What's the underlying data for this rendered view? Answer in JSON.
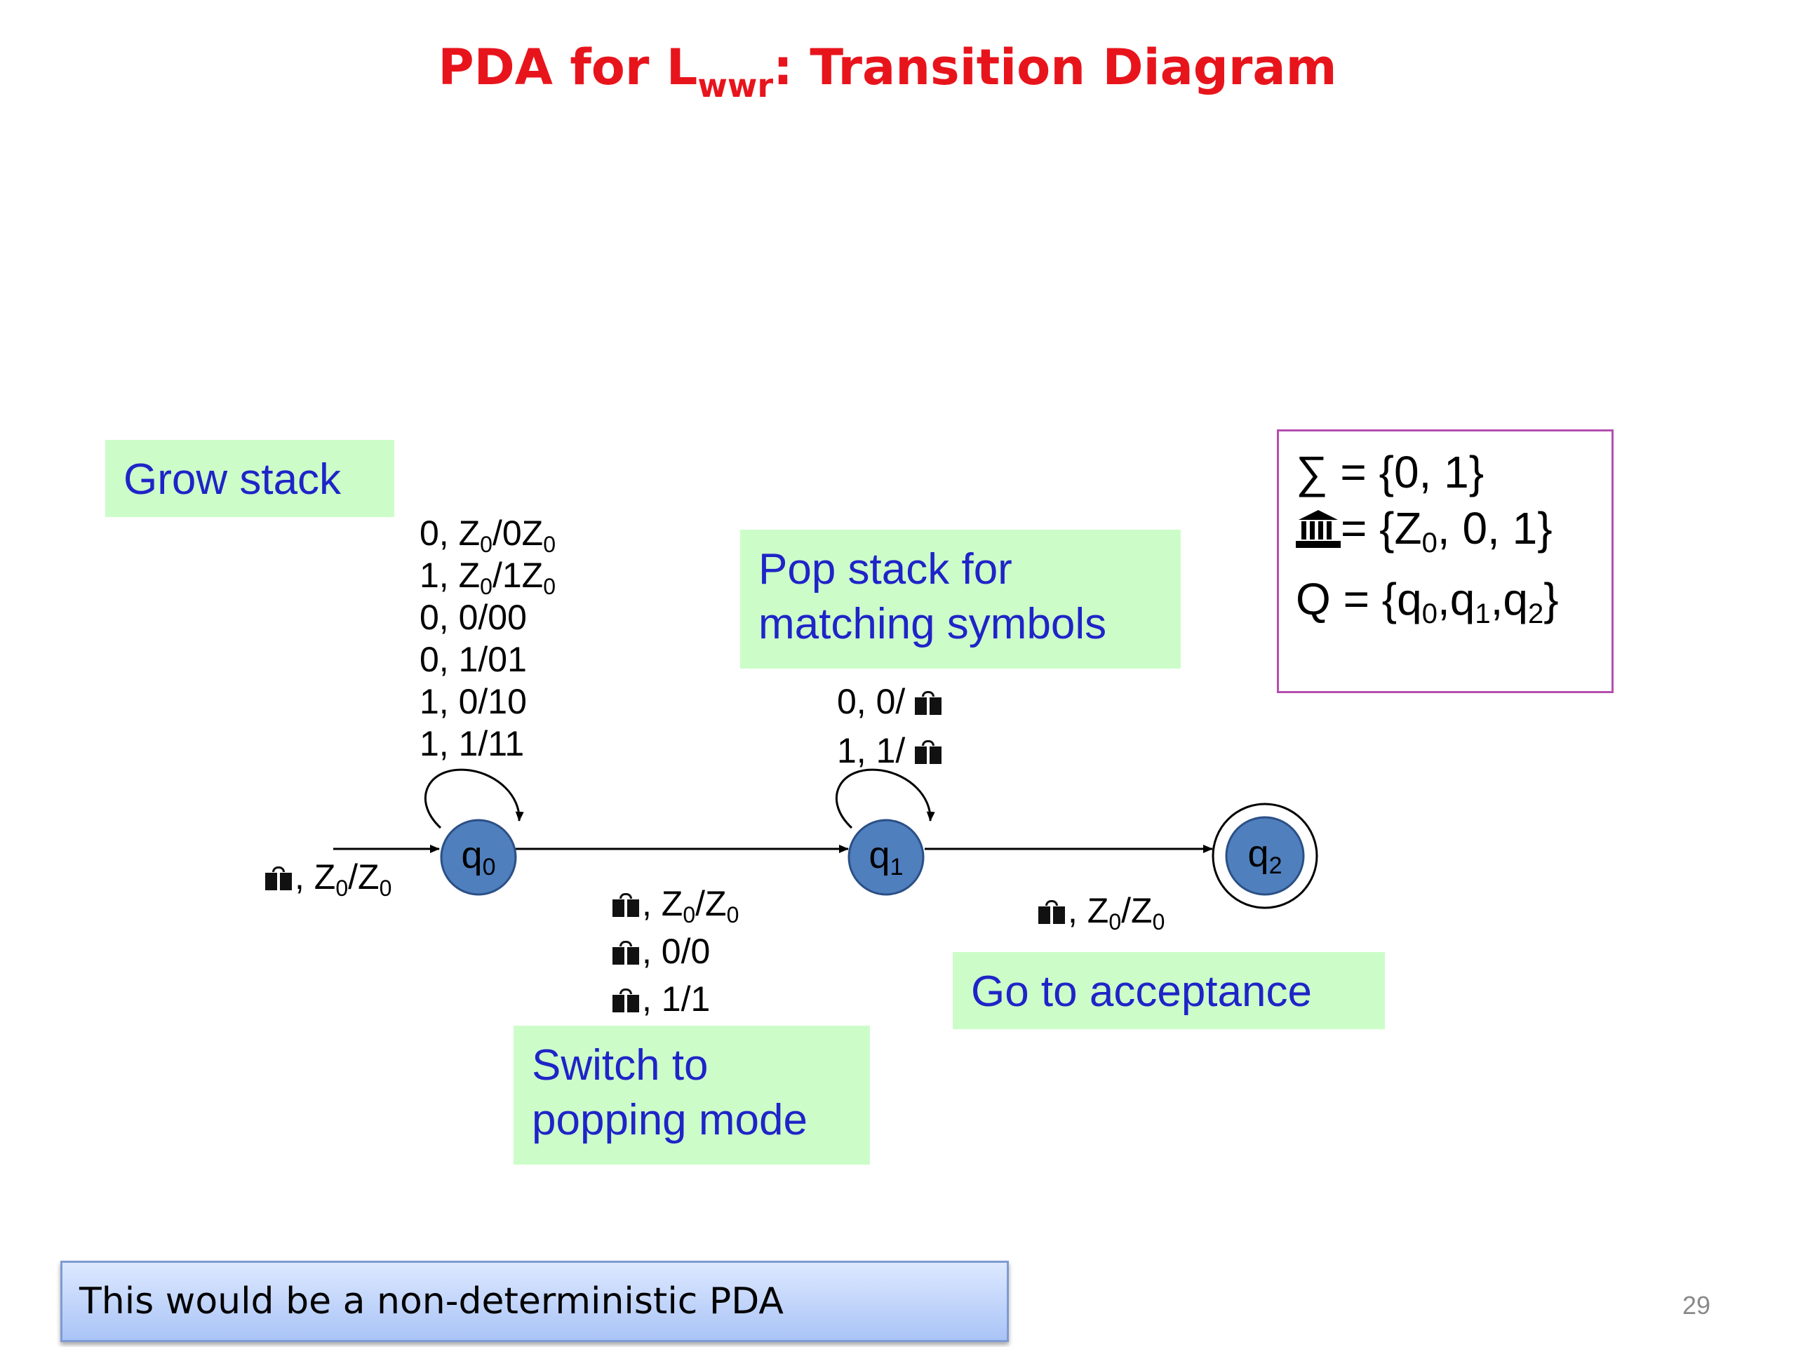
{
  "title": {
    "main": "PDA for L",
    "sub": "wwr",
    "rest": ": Transition Diagram"
  },
  "notes": {
    "grow": "Grow stack",
    "pop": [
      "Pop stack for",
      "matching symbols"
    ],
    "switch": [
      "Switch to",
      "popping mode"
    ],
    "accept": "Go to acceptance"
  },
  "states": {
    "q0": {
      "label": "q",
      "sub": "0"
    },
    "q1": {
      "label": "q",
      "sub": "1"
    },
    "q2": {
      "label": "q",
      "sub": "2"
    }
  },
  "transitions": {
    "start": {
      "text": ", Z",
      "sub1": "0",
      "mid": "/Z",
      "sub2": "0"
    },
    "q0_loop": [
      {
        "a": "0, Z",
        "s1": "0",
        "b": "/0Z",
        "s2": "0"
      },
      {
        "a": "1, Z",
        "s1": "0",
        "b": "/1Z",
        "s2": "0"
      },
      {
        "a": "0, 0/00"
      },
      {
        "a": "0, 1/01"
      },
      {
        "a": "1, 0/10"
      },
      {
        "a": "1, 1/11"
      }
    ],
    "q1_loop": [
      "0, 0/ ",
      "1, 1/ "
    ],
    "q0_q1": [
      {
        "a": ", Z",
        "s1": "0",
        "b": "/Z",
        "s2": "0"
      },
      {
        "a": ", 0/0"
      },
      {
        "a": ", 1/1"
      }
    ],
    "q1_q2": {
      "a": ", Z",
      "s1": "0",
      "b": "/Z",
      "s2": "0"
    }
  },
  "info": {
    "sigma": "∑ = {0, 1}",
    "gamma": {
      "a": "= {Z",
      "s": "0",
      "b": ", 0, 1}"
    },
    "states": {
      "a": "Q = {q",
      "s0": "0",
      "b": ",q",
      "s1": "1",
      "c": ",q",
      "s2": "2",
      "d": "}"
    }
  },
  "bottom_note": "This would be a non-deterministic PDA",
  "page_number": "29",
  "colors": {
    "title": "#e8141c",
    "note_bg": "#ccfdc9",
    "note_text": "#1f24c8",
    "state_fill": "#4f7fbd",
    "info_border": "#b44fb0"
  },
  "icons": {
    "epsilon": "gift-icon",
    "gamma": "temple-icon"
  }
}
